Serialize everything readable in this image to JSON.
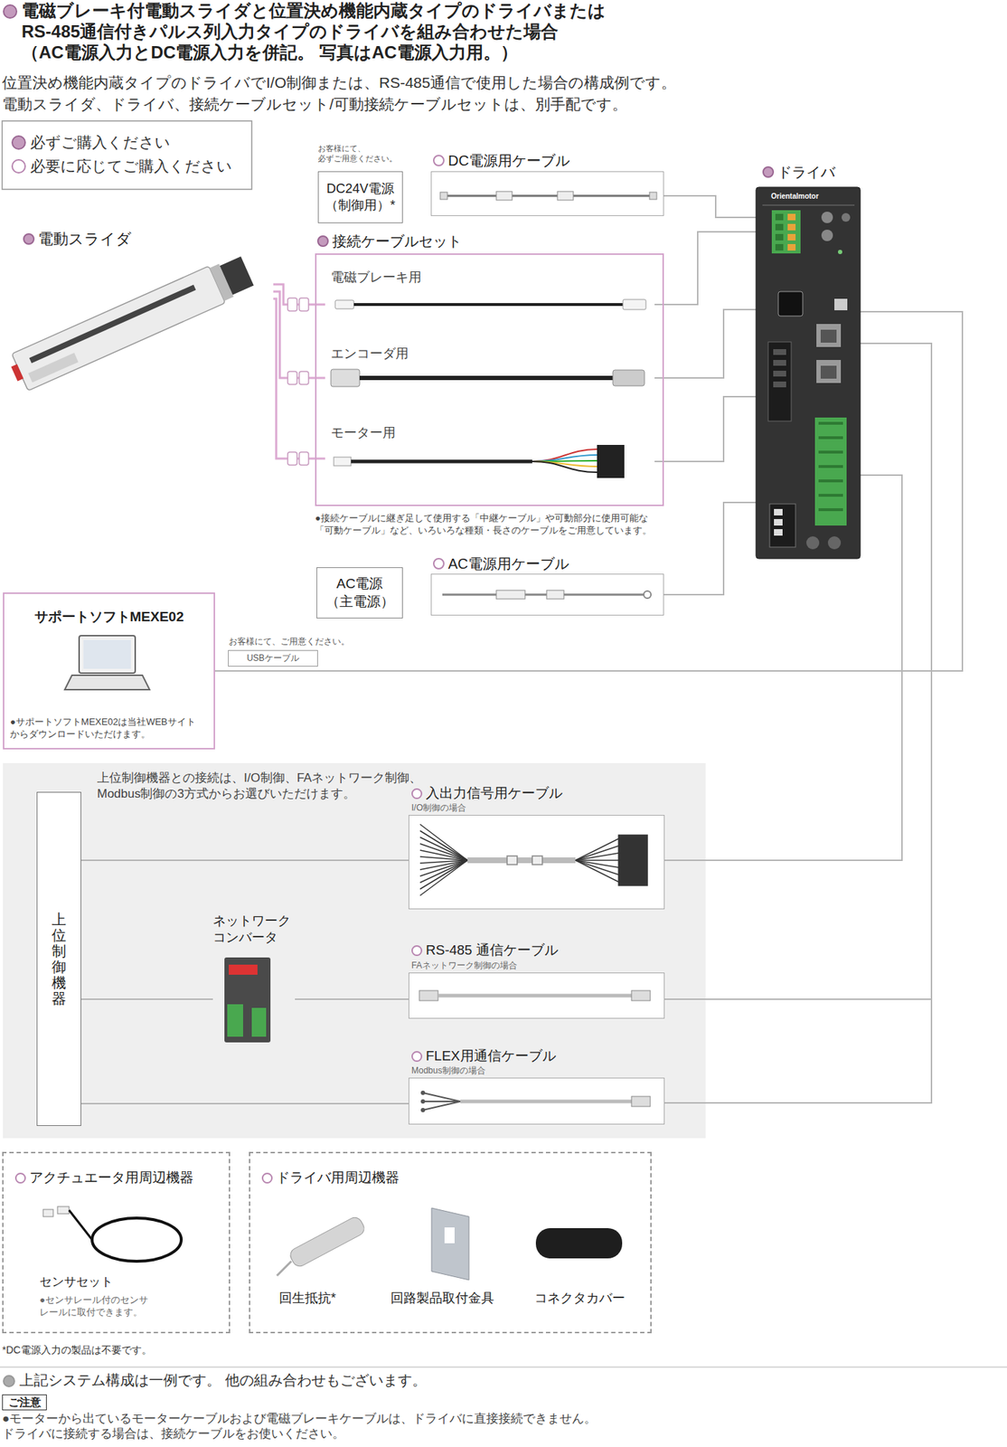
{
  "diagram": {
    "title": "電磁ブレーキ付電動スライダと位置決め機能内蔵タイプのドライバまたは RS-485通信付きパルス列入力タイプのドライバを組み合わせた場合 （AC電源入力とDC電源入力を併記。 写真はAC電源入力用。）",
    "nodes": [
      {
        "text": [
          "DC24V電源 （制御用）*"
        ]
      },
      {
        "text": [
          "DC電源用ケーブル"
        ]
      },
      {
        "text": [
          "ドライバ"
        ]
      },
      {
        "text": [
          "電動スライダ"
        ]
      },
      {
        "text": [
          "接続ケーブルセット"
        ]
      },
      {
        "text": [
          "電磁ブレーキ用"
        ],
        "in": 4
      },
      {
        "text": [
          "エンコーダ用"
        ],
        "in": 4
      },
      {
        "text": [
          "モーター用"
        ],
        "in": 4
      },
      {
        "text": [
          "AC電源 （主電源）"
        ]
      },
      {
        "text": [
          "AC電源用ケーブル"
        ]
      },
      {
        "text": [
          "サポートソフトMEXE02",
          "●サポートソフトMEXE02は当社WEBサイト からダウンロードいただけます。"
        ]
      },
      {
        "text": [
          "USBケーブル"
        ]
      },
      {
        "text": [
          "上位制御機器との接続は、I/O制御、FAネットワーク制御、 Modbus制御の3方式からお選びいただけます。"
        ]
      },
      {
        "text": [
          "上位制御機器"
        ],
        "in": 12
      },
      {
        "text": [
          "ネットワーク コンバータ"
        ],
        "in": 12
      },
      {
        "text": [
          "入出力信号用ケーブル",
          "I/O制御の場合"
        ],
        "in": 12
      },
      {
        "text": [
          "RS-485 通信ケーブル",
          "FAネットワーク制御の場合"
        ],
        "in": 12
      },
      {
        "text": [
          "FLEX用通信ケーブル",
          "Modbus制御の場合"
        ],
        "in": 12
      },
      {
        "text": [
          "アクチュエータ用周辺機器",
          "センサセット",
          "●センサレール付のセンサ レールに取付できます。"
        ]
      },
      {
        "text": [
          "ドライバ用周辺機器",
          "回生抵抗*",
          "回路製品取付金具",
          "コネクタカバー"
        ]
      },
      {
        "text": [
          "ご注意"
        ]
      }
    ],
    "edges": [
      {
        "from": 3,
        "to": 5,
        "arrow": "none"
      },
      {
        "from": 3,
        "to": 6,
        "arrow": "none"
      },
      {
        "from": 3,
        "to": 7,
        "arrow": "none"
      },
      {
        "from": 5,
        "to": 2,
        "arrow": "none"
      },
      {
        "from": 6,
        "to": 2,
        "arrow": "none"
      },
      {
        "from": 7,
        "to": 2,
        "arrow": "none"
      },
      {
        "from": 1,
        "to": 2,
        "arrow": "none"
      },
      {
        "from": 9,
        "to": 2,
        "arrow": "none"
      },
      {
        "from": 10,
        "to": 2,
        "arrow": "none"
      },
      {
        "from": 15,
        "to": 2,
        "arrow": "none"
      },
      {
        "from": 16,
        "to": 2,
        "arrow": "none"
      },
      {
        "from": 17,
        "to": 2,
        "arrow": "none"
      },
      {
        "from": 13,
        "to": 15,
        "arrow": "none"
      },
      {
        "from": 13,
        "to": 14,
        "arrow": "none"
      },
      {
        "from": 14,
        "to": 16,
        "arrow": "none"
      },
      {
        "from": 13,
        "to": 17,
        "arrow": "none"
      }
    ],
    "labels": [
      "位置決め機能内蔵タイプのドライバでI/O制御または、RS-485通信で使用した場合の構成例です。",
      "電動スライダ、ドライバ、接続ケーブルセット/可動接続ケーブルセットは、別手配です。",
      "お客様にて、 必ずご用意ください。",
      "●接続ケーブルに継ぎ足して使用する「中継ケーブル」や可動部分に使用可能な 「可動ケーブル」など、いろいろな種類・長さのケーブルをご用意しています。",
      "お客様にて、ご用意ください。",
      "Orientalmotor",
      "*DC電源入力の製品は不要です。",
      "上記システム構成は一例です。 他の組み合わせもございます。",
      "●モーターから出ているモーターケーブルおよび電磁ブレーキケーブルは、ドライバに直接接続できません。 ドライバに接続する場合は、接続ケーブルをお使いください。"
    ],
    "legend": [
      {
        "text": "必ずご購入ください",
        "color": "#c49bbd"
      },
      {
        "text": "必要に応じてご購入ください"
      }
    ]
  }
}
